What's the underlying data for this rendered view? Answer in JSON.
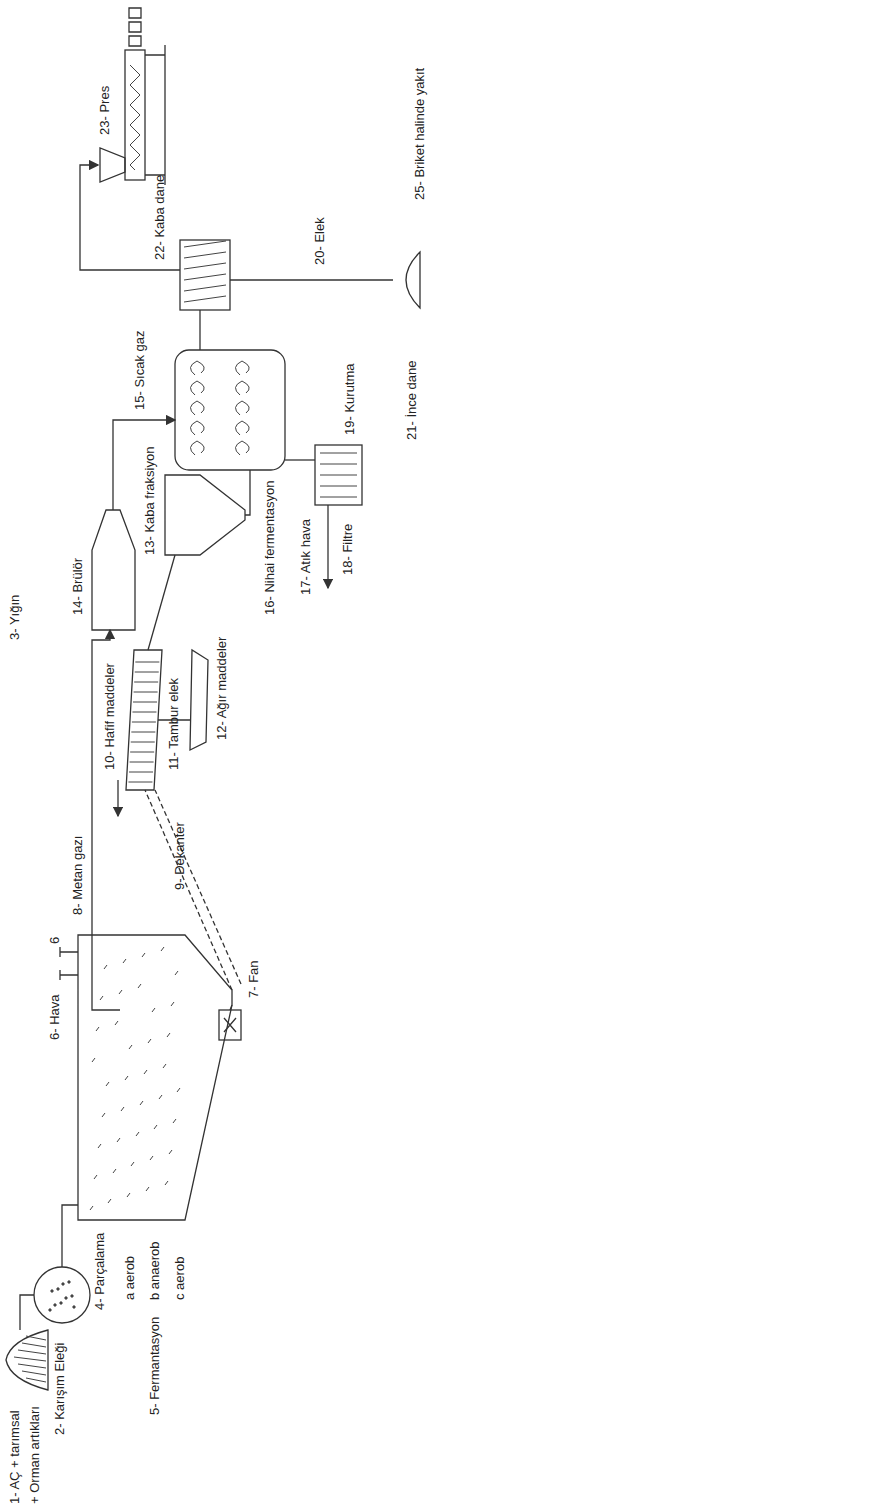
{
  "diagram": {
    "labels": [
      "1- AÇ + tarımsal",
      "+ Orman artıkları",
      "2- Karışım Eleği",
      "3- Yığın",
      "4- Parçalama",
      "a aerob",
      "5- Fermantasyon",
      "b anaerob",
      "c aerob",
      "6- Hava",
      "6",
      "7- Fan",
      "8- Metan gazı",
      "9- Dekanter",
      "10- Hafif maddeler",
      "11- Tambur elek",
      "12- Ağır maddeler",
      "13- Kaba fraksiyon",
      "14- Brülör",
      "15- Sıcak gaz",
      "16- Nihai fermentasyon",
      "17- Atık hava",
      "18- Filtre",
      "19- Kurutma",
      "20- Elek",
      "21- İnce dane",
      "22- Kaba dane",
      "23- Pres",
      "25- Briket halinde yakıt"
    ]
  }
}
